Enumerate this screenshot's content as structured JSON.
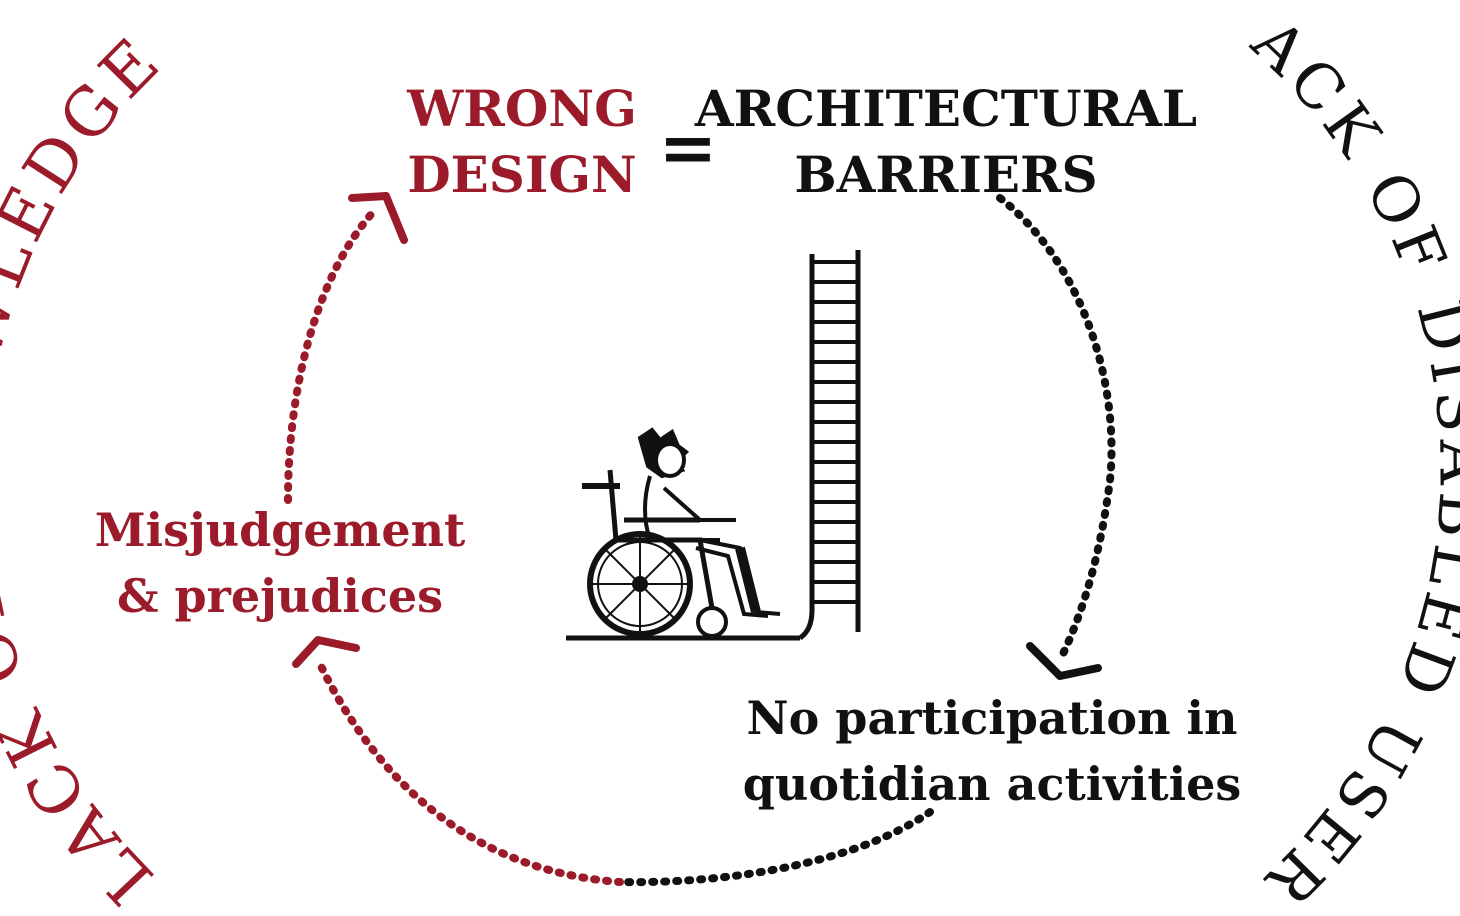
{
  "left_arc_text": "LACK OF KNOWLEDGE",
  "right_arc_text": "LACK OF DISABLED USERS",
  "wrong_design": {
    "line1": "WRONG",
    "line2": "DESIGN"
  },
  "equals": "=",
  "barriers": {
    "line1": "ARCHITECTURAL",
    "line2": "BARRIERS"
  },
  "misjudgement": {
    "line1": "Misjudgement",
    "line2": "& prejudices"
  },
  "no_participation": {
    "line1": "No participation in",
    "line2": "quotidian activities"
  },
  "colors": {
    "accent_red": "#9b1b2a",
    "text_black": "#111111"
  },
  "illustration": "wheelchair-user-facing-stairs"
}
